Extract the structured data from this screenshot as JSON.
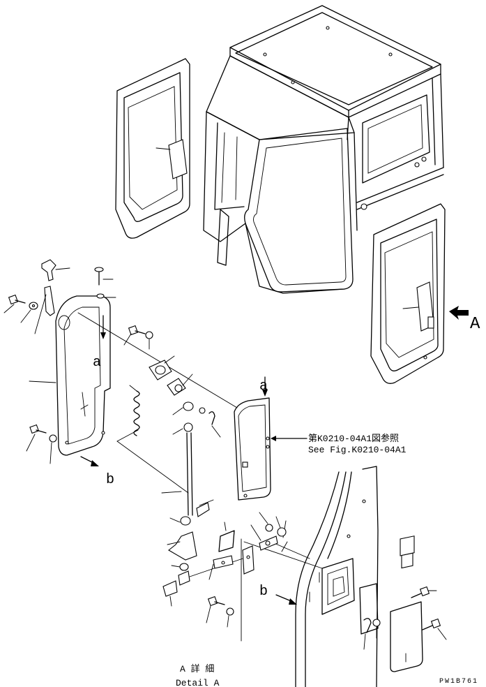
{
  "view_a_arrow_label": "A",
  "callout_a_top": "a",
  "callout_a_plate": "a",
  "callout_b_left": "b",
  "callout_b_lower": "b",
  "reference_jp": "第K0210-04A1図参照",
  "reference_en": "See Fig.K0210-04A1",
  "detail_jp": "A 詳 細",
  "detail_en": "Detail A",
  "drawing_id": "PW1B761"
}
